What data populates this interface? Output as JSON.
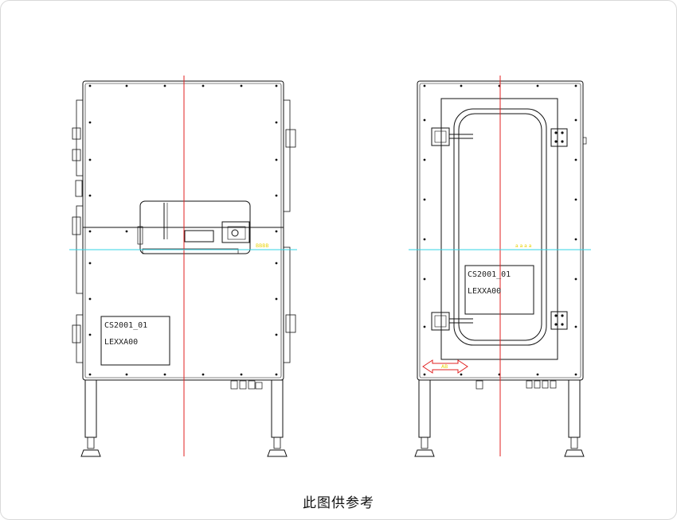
{
  "caption": "此图供参考",
  "front_view": {
    "plate_line1": "CS2001_01",
    "plate_line2": "LEXXA00",
    "cyan_label": "BBBB"
  },
  "side_view": {
    "plate_line1": "CS2001_01",
    "plate_line2": "LEXXA00",
    "cyan_label": "a a a a",
    "arrow_label": "AB"
  },
  "colors": {
    "outline": "#111111",
    "center_line": "#e02020",
    "level_line": "#33d6e6",
    "annotation": "#e8d200",
    "arrow": "#e02020"
  }
}
